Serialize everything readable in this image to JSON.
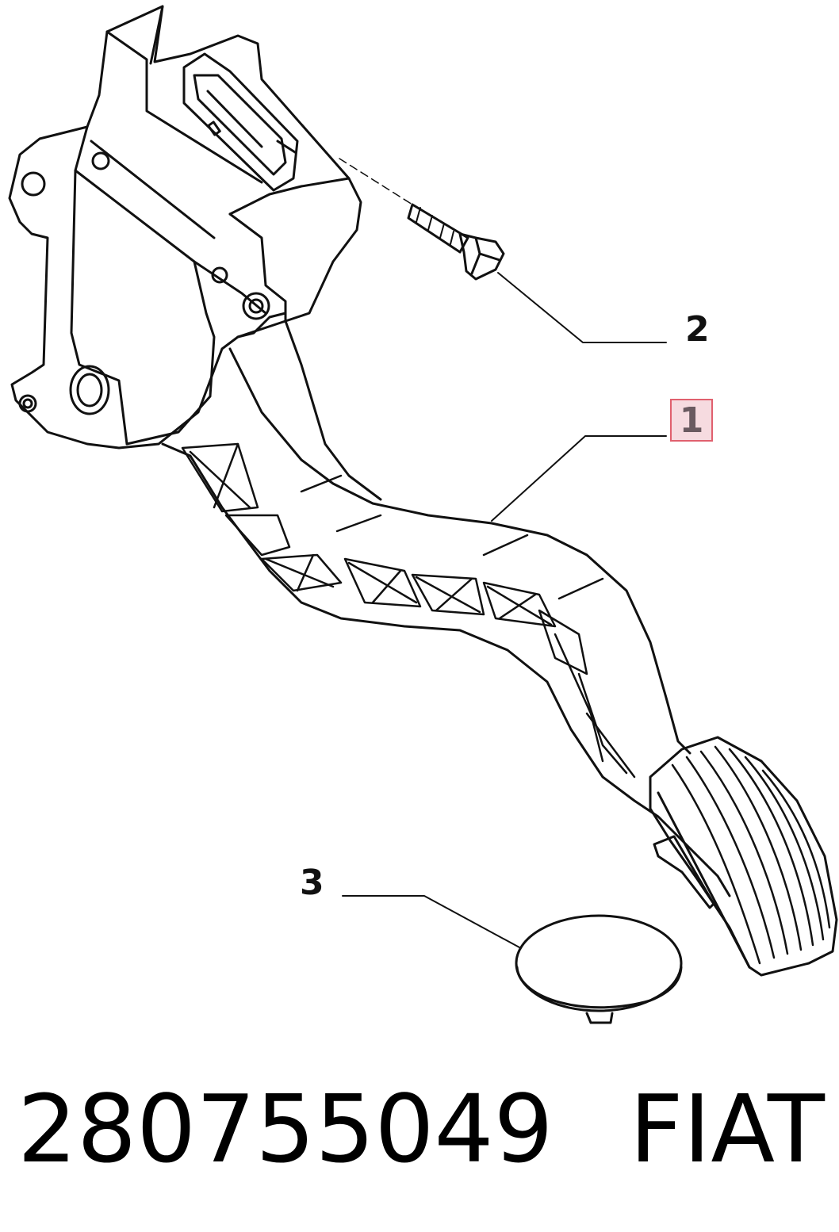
{
  "callouts": [
    {
      "number": "1",
      "highlighted": true
    },
    {
      "number": "2",
      "highlighted": false
    },
    {
      "number": "3",
      "highlighted": false
    }
  ],
  "caption": {
    "part_number": "280755049",
    "brand": "FIAT"
  },
  "colors": {
    "line": "#111111",
    "highlight_fill": "#f6dbe0",
    "highlight_border": "#e0606e"
  }
}
